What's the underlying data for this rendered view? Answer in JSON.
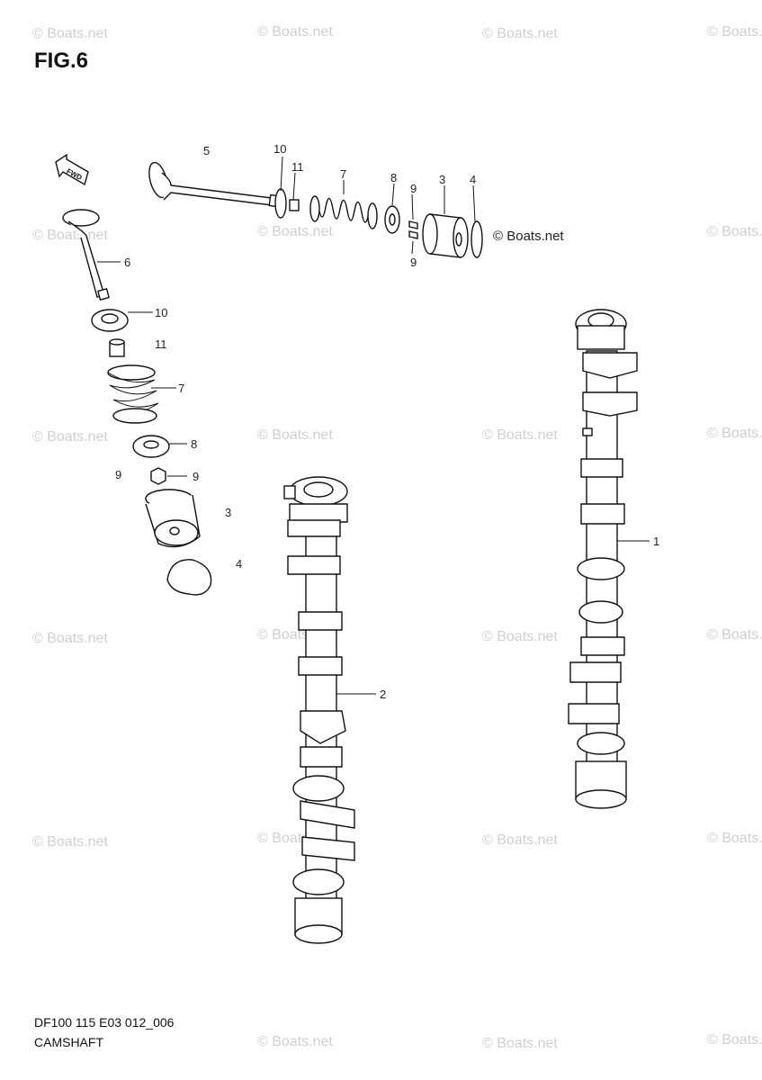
{
  "figure": {
    "title": "FIG.6",
    "footer_code": "DF100 115 E03 012_006",
    "footer_name": "CAMSHAFT",
    "fwd_text": "FWD"
  },
  "watermark": {
    "text": "© Boats.net",
    "inline_text": "© Boats.net"
  },
  "part_numbers": {
    "p1": "1",
    "p2": "2",
    "p3": "3",
    "p4": "4",
    "p5": "5",
    "p6": "6",
    "p7": "7",
    "p8": "8",
    "p9": "9",
    "p10": "10",
    "p11": "11"
  },
  "colors": {
    "line": "#111111",
    "watermark": "#cfcfcf",
    "background": "#ffffff"
  }
}
